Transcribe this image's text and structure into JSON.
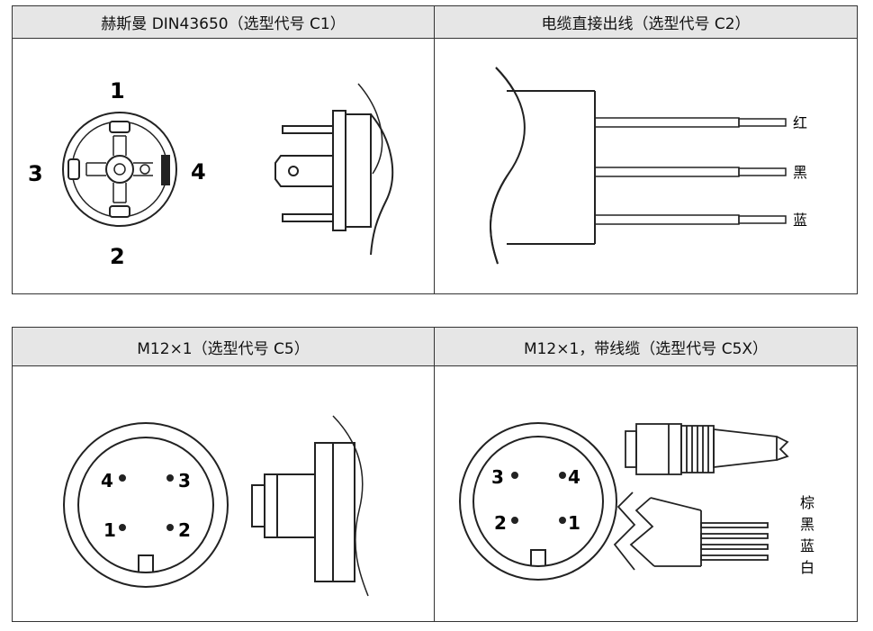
{
  "panels": {
    "c1": {
      "title": "赫斯曼  DIN43650（选型代号 C1）",
      "pins": {
        "p1": "1",
        "p2": "2",
        "p3": "3",
        "p4": "4"
      }
    },
    "c2": {
      "title": "电缆直接出线（选型代号 C2）",
      "wires": {
        "w1": "红",
        "w2": "黑",
        "w3": "蓝"
      }
    },
    "c5": {
      "title": "M12×1（选型代号 C5）",
      "pins": {
        "p1": "1",
        "p2": "2",
        "p3": "3",
        "p4": "4"
      }
    },
    "c5x": {
      "title": "M12×1，带线缆（选型代号 C5X）",
      "pins": {
        "p1": "1",
        "p2": "2",
        "p3": "3",
        "p4": "4"
      },
      "wires": {
        "w1": "棕",
        "w2": "黑",
        "w3": "蓝",
        "w4": "白"
      }
    }
  }
}
